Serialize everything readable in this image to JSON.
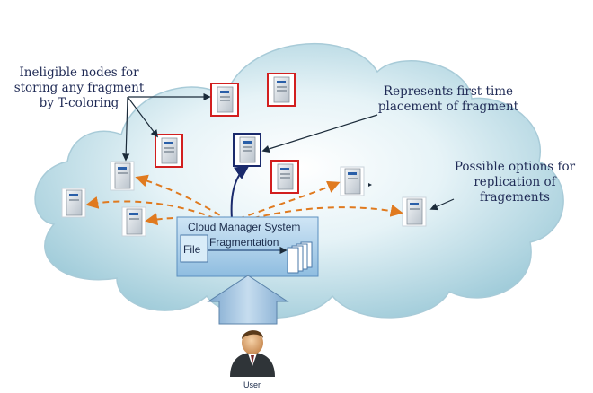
{
  "labels": {
    "ineligible": "Ineligible nodes for\nstoring any fragment\nby T-coloring",
    "first_time": "Represents first time\nplacement of fragment",
    "replication": "Possible options for\nreplication of\nfragements"
  },
  "cms": {
    "title": "Cloud Manager System",
    "file": "File",
    "fragmentation": "Fragmentation"
  },
  "user": {
    "label": "User"
  },
  "colors": {
    "cloud": "#bfe0ea",
    "ineligible_border": "#d21f1f",
    "first_time_border": "#1a2a6c",
    "replication_arrow": "#e07a1f",
    "cms_box": "#9cc7e6"
  }
}
